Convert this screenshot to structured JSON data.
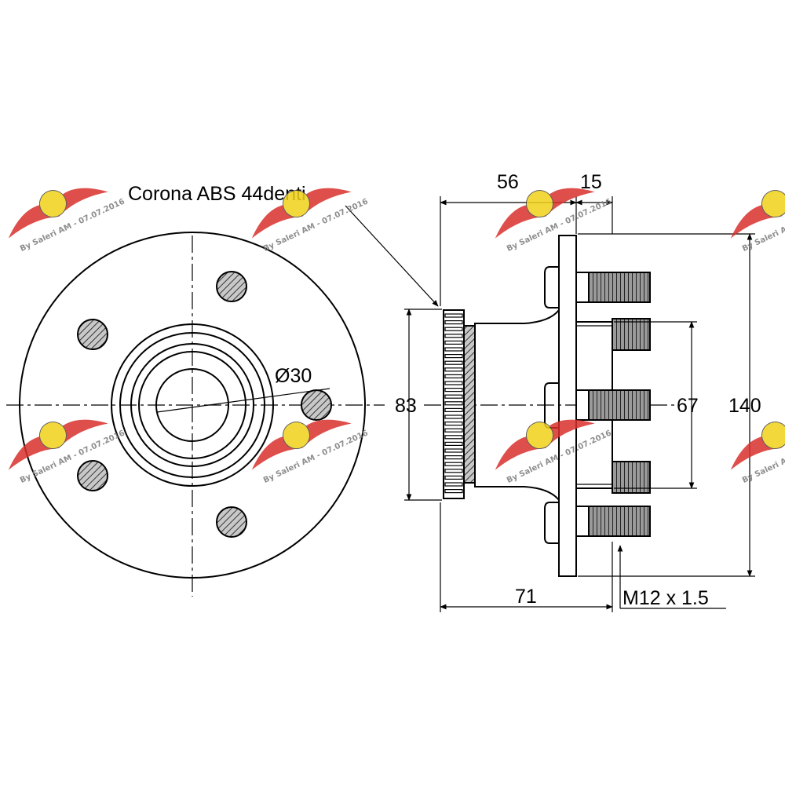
{
  "labels": {
    "abs_ring": "Corona ABS 44denti",
    "bore_diameter": "Ø30",
    "hub_length": "56",
    "flange_width": "15",
    "abs_ring_diameter": "83",
    "pilot_diameter": "67",
    "flange_diameter": "140",
    "overall_length": "71",
    "stud_thread": "M12 x 1.5"
  },
  "watermark": {
    "text": "By Saleri AM - 07.07.2016",
    "colors": {
      "wing": "#d9302c",
      "badge": "#f2d21b"
    }
  }
}
